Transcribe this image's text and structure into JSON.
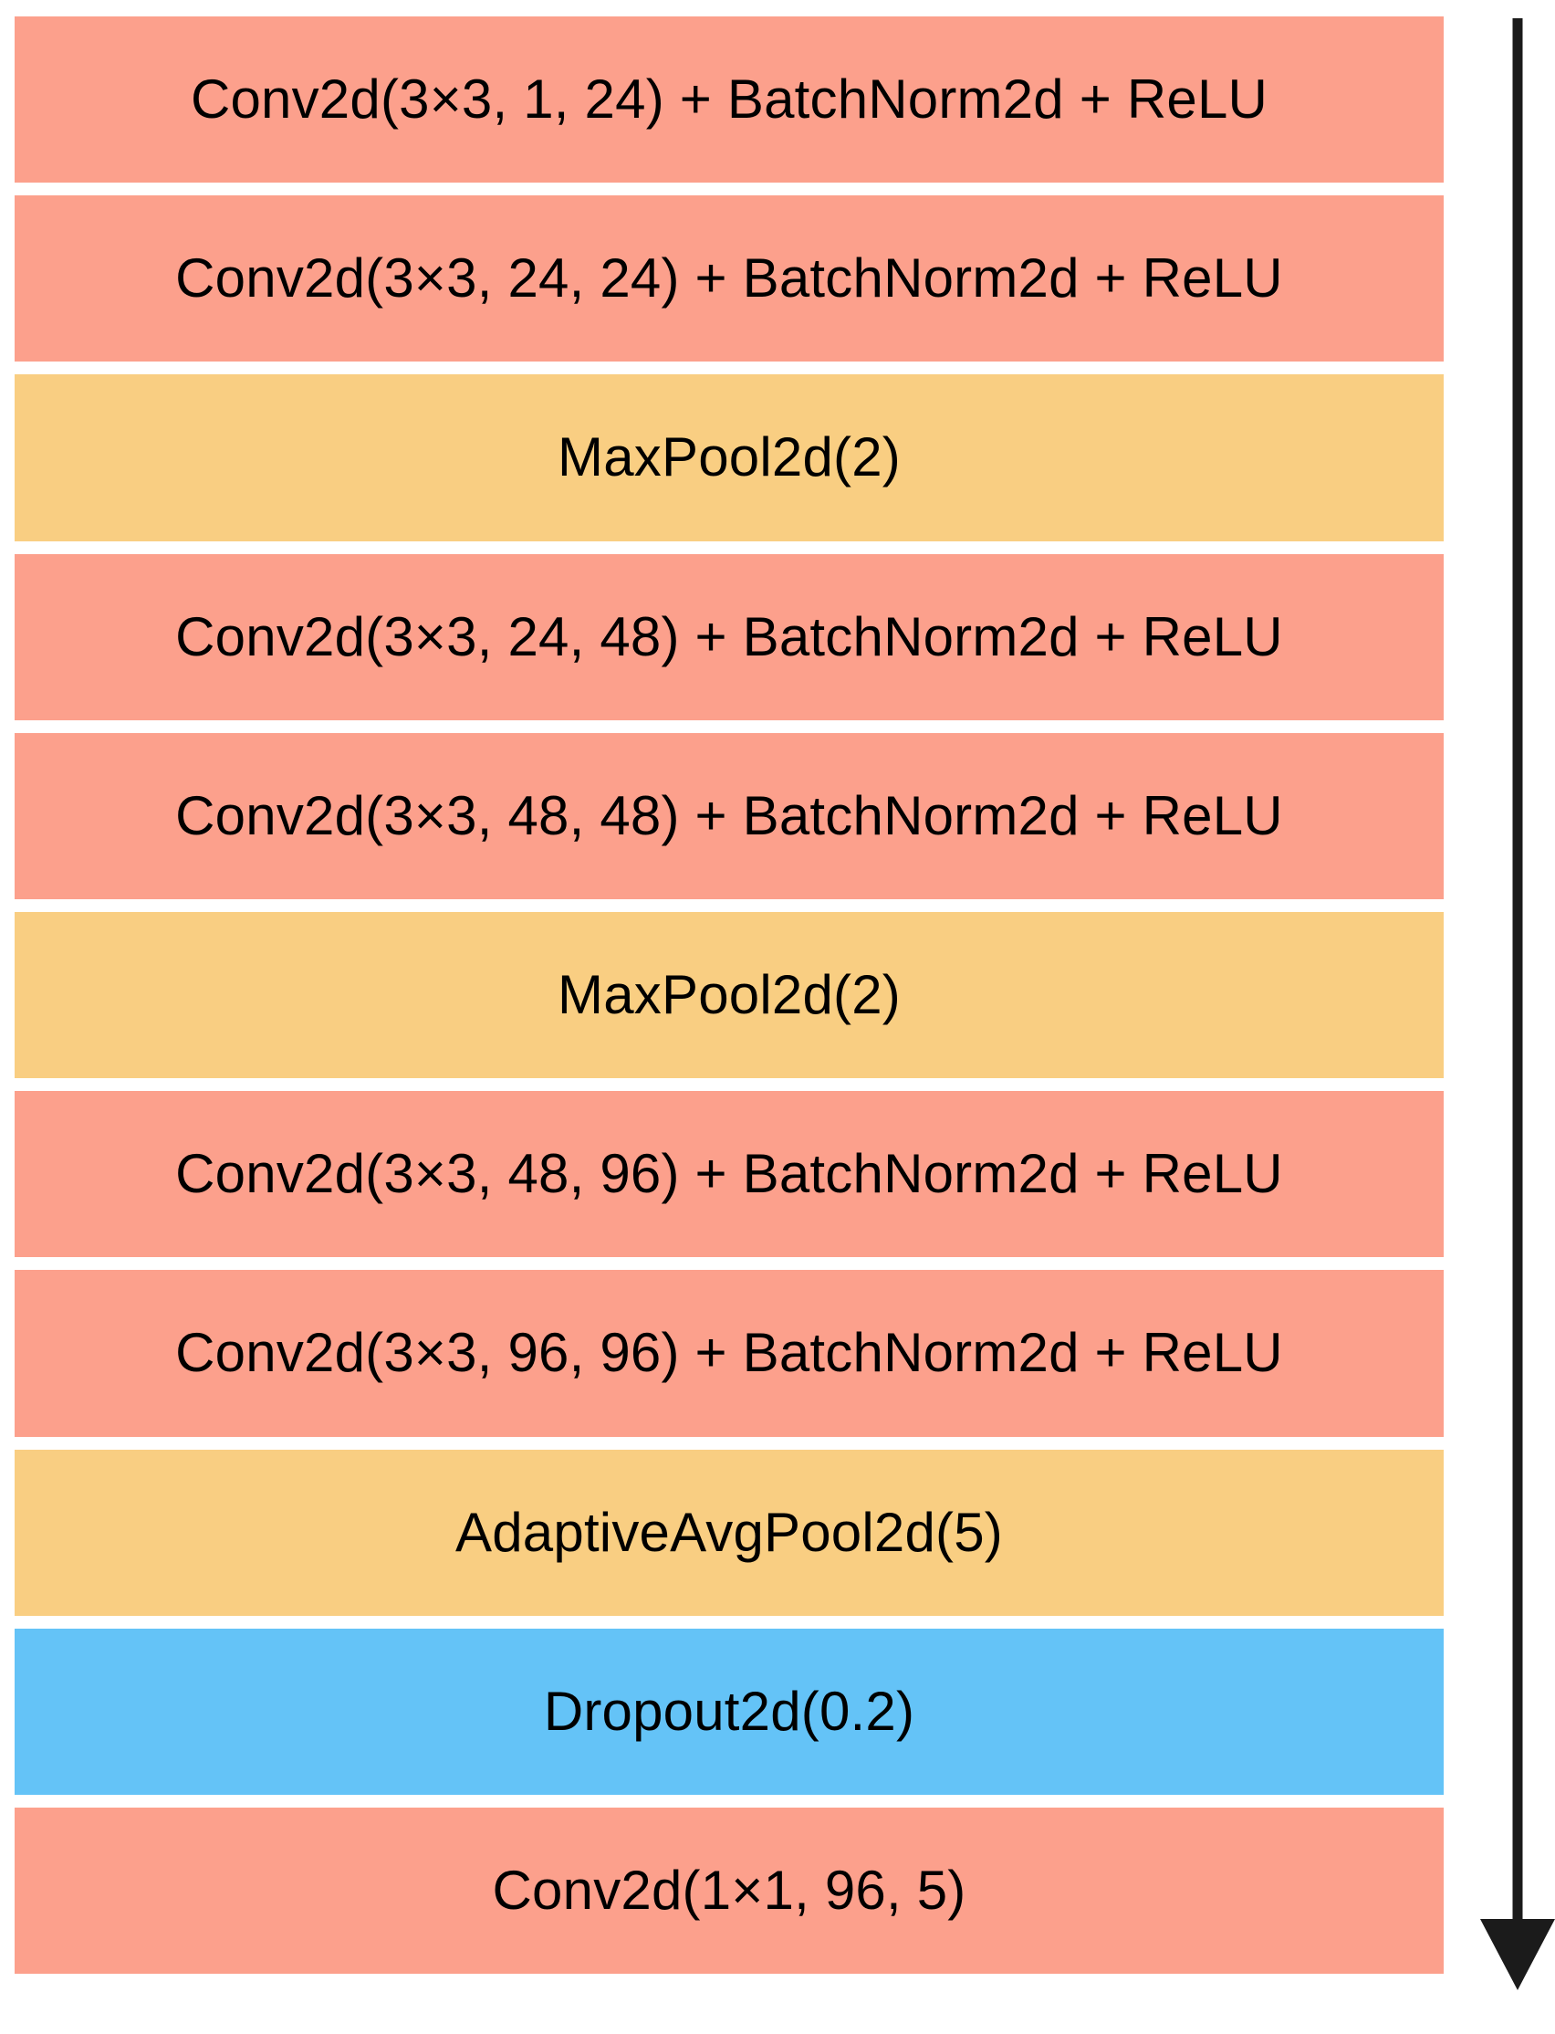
{
  "diagram": {
    "title": "CNN architecture layer stack",
    "orientation": "vertical",
    "background_color": "#ffffff",
    "flow_arrow": {
      "name": "downward-flow-arrow",
      "color": "#1b1b1b",
      "direction": "down"
    },
    "legend_colors": {
      "conv": "#FCA08C",
      "pool": "#F9CE82",
      "dropout": "#64C3F7"
    },
    "layers": [
      {
        "label": "Conv2d(3×3, 1, 24) + BatchNorm2d + ReLU",
        "kind": "conv",
        "color": "#FCA08C"
      },
      {
        "label": "Conv2d(3×3, 24, 24) + BatchNorm2d + ReLU",
        "kind": "conv",
        "color": "#FCA08C"
      },
      {
        "label": "MaxPool2d(2)",
        "kind": "pool",
        "color": "#F9CE82"
      },
      {
        "label": "Conv2d(3×3, 24, 48) + BatchNorm2d + ReLU",
        "kind": "conv",
        "color": "#FCA08C"
      },
      {
        "label": "Conv2d(3×3, 48, 48) + BatchNorm2d + ReLU",
        "kind": "conv",
        "color": "#FCA08C"
      },
      {
        "label": "MaxPool2d(2)",
        "kind": "pool",
        "color": "#F9CE82"
      },
      {
        "label": "Conv2d(3×3, 48, 96) + BatchNorm2d + ReLU",
        "kind": "conv",
        "color": "#FCA08C"
      },
      {
        "label": "Conv2d(3×3, 96, 96) + BatchNorm2d + ReLU",
        "kind": "conv",
        "color": "#FCA08C"
      },
      {
        "label": "AdaptiveAvgPool2d(5)",
        "kind": "pool",
        "color": "#F9CE82"
      },
      {
        "label": "Dropout2d(0.2)",
        "kind": "dropout",
        "color": "#64C3F7"
      },
      {
        "label": "Conv2d(1×1, 96, 5)",
        "kind": "conv",
        "color": "#FCA08C"
      }
    ]
  }
}
